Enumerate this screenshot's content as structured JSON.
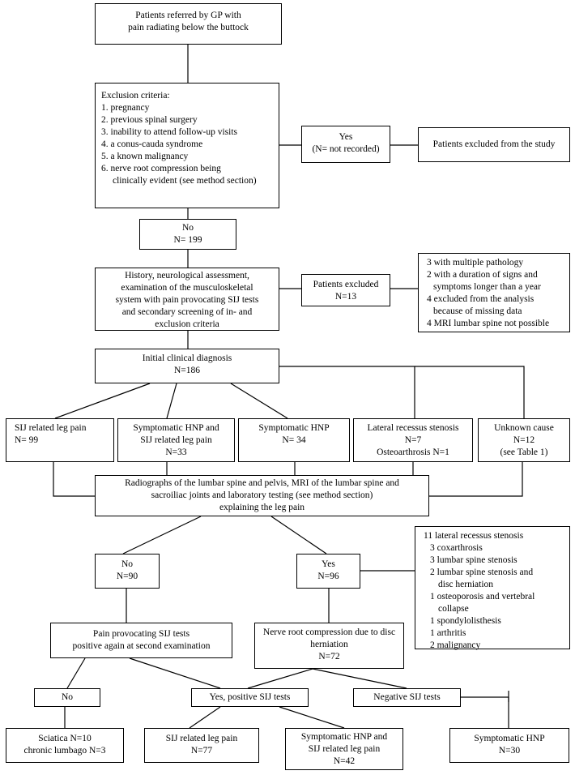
{
  "nodes": {
    "referred": [
      "Patients referred by GP with",
      "pain radiating below the buttock"
    ],
    "exclusion": {
      "title": "Exclusion criteria:",
      "items": [
        "1. pregnancy",
        "2. previous spinal surgery",
        "3. inability to attend follow-up visits",
        "4. a conus-cauda syndrome",
        "5. a known malignancy",
        "6.  nerve root compression being",
        "clinically evident (see method section)"
      ]
    },
    "yes_excl": [
      "Yes",
      "(N= not recorded)"
    ],
    "excluded_study": [
      "Patients excluded from the study"
    ],
    "no199": [
      "No",
      "N= 199"
    ],
    "history": [
      "History, neurological assessment,",
      "examination of the musculoskeletal",
      "system with pain provocating SIJ tests",
      "and secondary screening of in- and",
      "exclusion criteria"
    ],
    "excluded13": [
      "Patients excluded",
      "N=13"
    ],
    "excl_reasons": [
      "3 with multiple pathology",
      "2 with a duration of signs and",
      "symptoms longer than a year",
      "4 excluded from the analysis",
      "because of missing data",
      "4 MRI lumbar spine  not possible"
    ],
    "initial": [
      "Initial clinical diagnosis",
      "N=186"
    ],
    "sij99": [
      "SIJ related leg pain",
      "N= 99"
    ],
    "hnp_sij33": [
      "Symptomatic  HNP and",
      "SIJ related leg pain",
      "N=33"
    ],
    "hnp34": [
      "Symptomatic HNP",
      "N= 34"
    ],
    "lateral7": [
      "Lateral recessus stenosis",
      "N=7",
      "Osteoarthrosis N=1"
    ],
    "unknown12": [
      "Unknown cause",
      "N=12",
      "(see Table 1)"
    ],
    "radiographs": [
      "Radiographs of the lumbar spine and pelvis, MRI of the lumbar spine and",
      "sacroiliac joints and laboratory testing (see method section)",
      "explaining the leg pain"
    ],
    "no90": [
      "No",
      "N=90"
    ],
    "yes96": [
      "Yes",
      "N=96"
    ],
    "yes96_list": [
      "11 lateral recessus stenosis",
      "3  coxarthrosis",
      "3  lumbar spine stenosis",
      "2  lumbar spine stenosis and",
      "disc herniation",
      "1  osteoporosis and vertebral",
      "collapse",
      "1  spondylolisthesis",
      "1  arthritis",
      "2  malignancy"
    ],
    "pain_prov": [
      "Pain provocating SIJ tests",
      "positive again at second examination"
    ],
    "nerve72": [
      "Nerve root compression due to disc",
      "herniation",
      "N=72"
    ],
    "no_final": [
      "No"
    ],
    "yes_pos": [
      "Yes, positive SIJ tests"
    ],
    "neg_sij": [
      "Negative SIJ tests"
    ],
    "sciatica": [
      "Sciatica N=10",
      "chronic lumbago  N=3"
    ],
    "sij77": [
      "SIJ related leg pain",
      "N=77"
    ],
    "hnp_sij42": [
      "Symptomatic HNP and",
      "SIJ related leg pain",
      "N=42"
    ],
    "hnp30": [
      "Symptomatic HNP",
      "N=30"
    ]
  }
}
